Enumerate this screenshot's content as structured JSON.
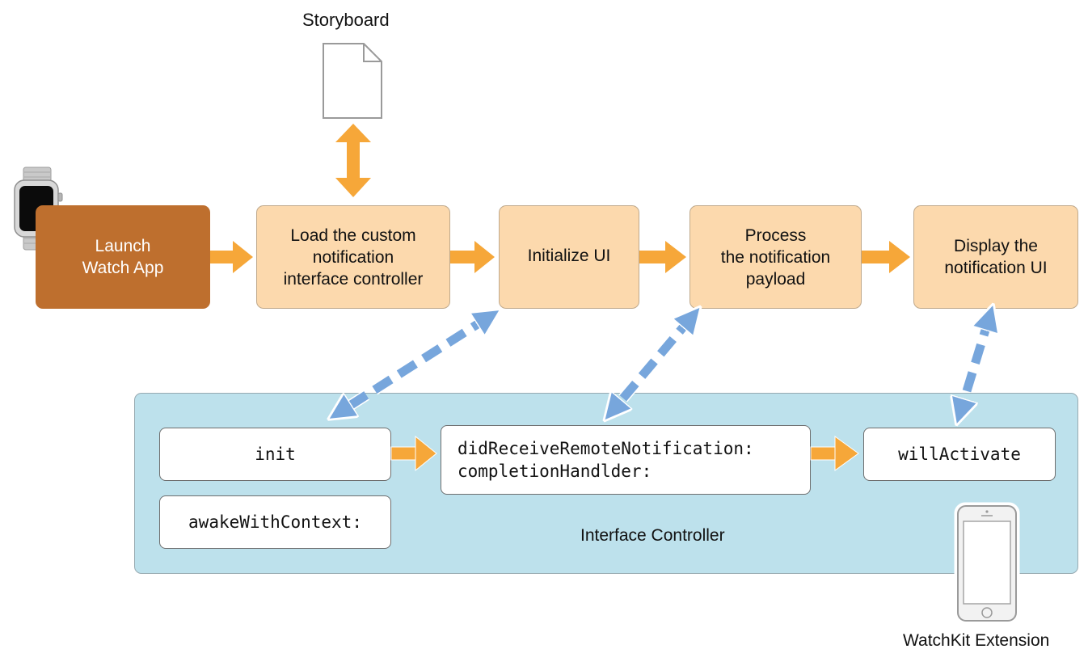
{
  "storyboard": {
    "label": "Storyboard",
    "icon": "document-icon"
  },
  "flow": {
    "launch": "Launch\nWatch App",
    "steps": [
      "Load the custom\nnotification\ninterface controller",
      "Initialize UI",
      "Process\nthe notification\npayload",
      "Display the\nnotification UI"
    ]
  },
  "extension": {
    "panel_label": "Interface Controller",
    "methods": {
      "init": "init",
      "awake": "awakeWithContext:",
      "did_receive": "didReceiveRemoteNotification:\ncompletionHandlder:",
      "will_activate": "willActivate"
    },
    "device_label": "WatchKit Extension"
  },
  "colors": {
    "flow_arrow": "#f6a739",
    "link_arrow": "#77a6dc",
    "launch_box": "#be6f2e",
    "step_box": "#fcd9ad",
    "panel": "#bde1ec"
  }
}
